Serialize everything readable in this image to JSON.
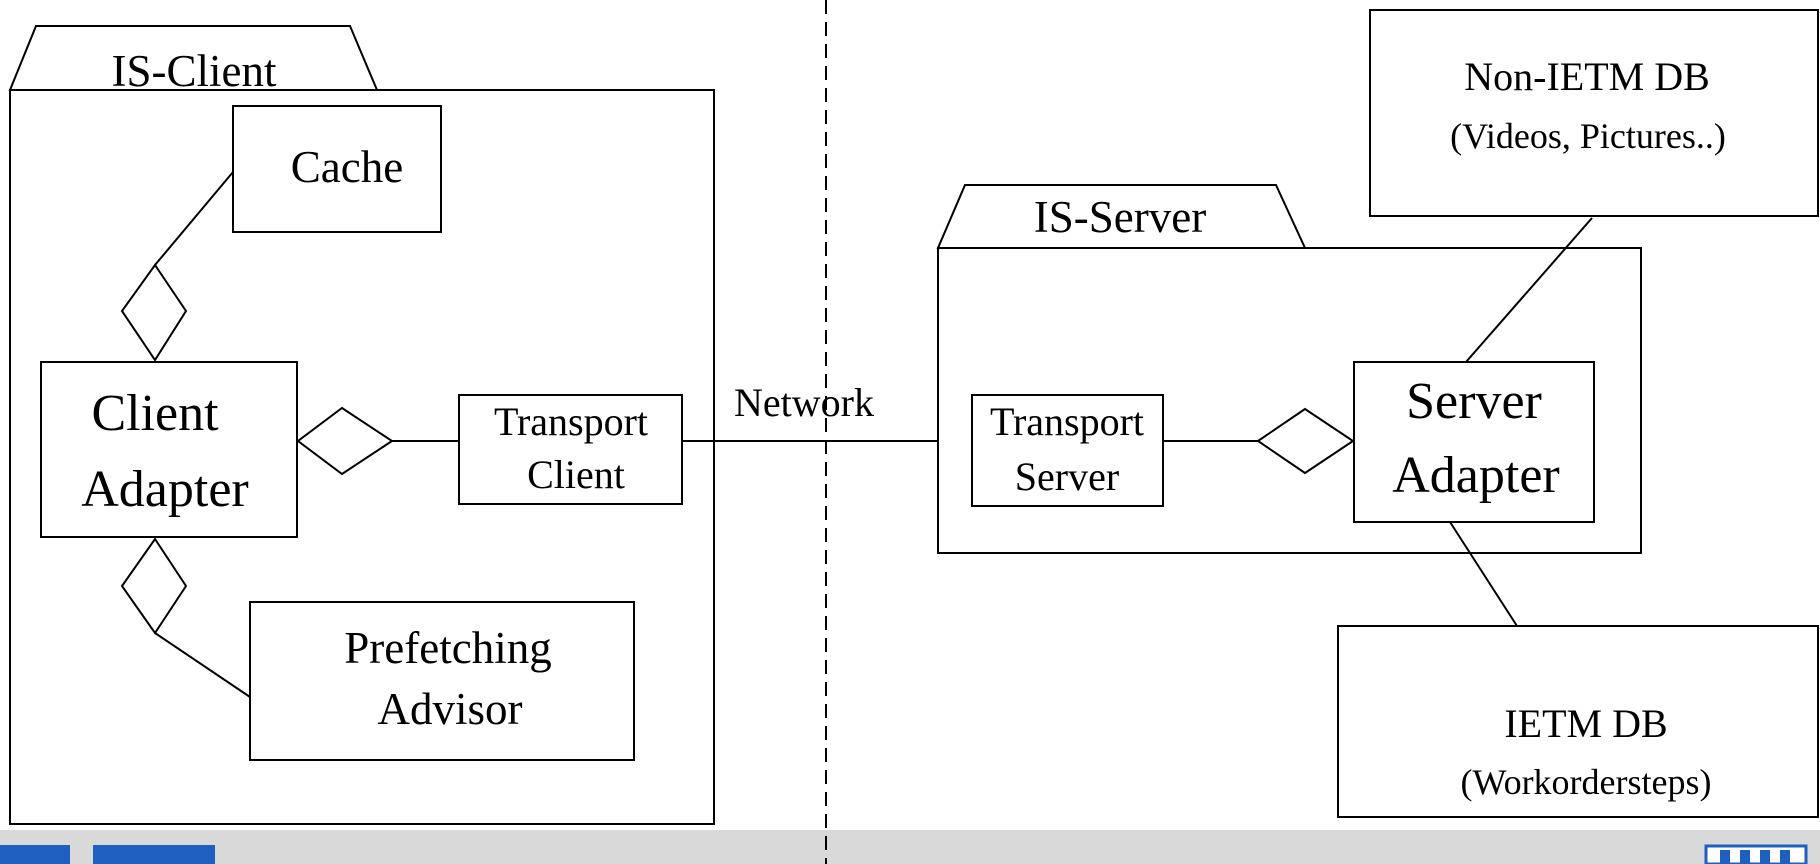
{
  "diagram": {
    "packages": {
      "client": "IS-Client",
      "server": "IS-Server"
    },
    "components": {
      "cache": "Cache",
      "client_adapter": [
        "Client",
        "Adapter"
      ],
      "transport_client": [
        "Transport",
        "Client"
      ],
      "prefetching_advisor": [
        "Prefetching",
        "Advisor"
      ],
      "transport_server": [
        "Transport",
        "Server"
      ],
      "server_adapter": [
        "Server",
        "Adapter"
      ],
      "non_ietm_db": [
        "Non-IETM DB",
        "(Videos, Pictures..)"
      ],
      "ietm_db": [
        "IETM DB",
        "(Workordersteps)"
      ]
    },
    "connector_label": "Network"
  },
  "footer": {
    "bar_color": "#d9d9d9",
    "accent_color": "#1f5fbf",
    "logo_icon": "university-logo-icon"
  }
}
